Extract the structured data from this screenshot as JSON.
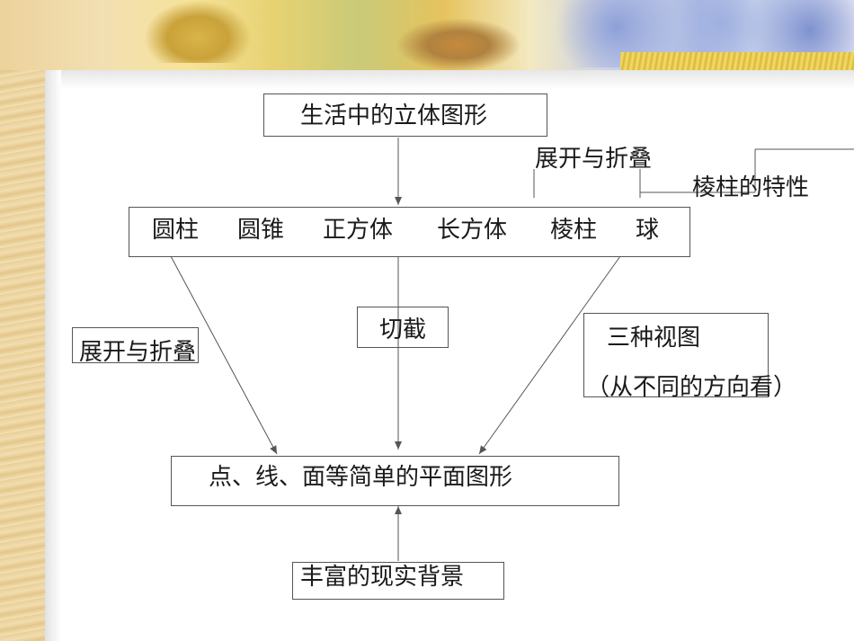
{
  "diagram": {
    "top_node": "生活中的立体图形",
    "shapes": [
      "圆柱",
      "圆锥",
      "正方体",
      "长方体",
      "棱柱",
      "球"
    ],
    "side_label_top": "展开与折叠",
    "prism_property": "棱柱的特性",
    "left_edge_label": "展开与折叠",
    "middle_edge_label": "切截",
    "right_edge_label_line1": "三种视图",
    "right_edge_label_line2": "（从不同的方向看）",
    "bottom_node": "点、线、面等简单的平面图形",
    "source_node": "丰富的现实背景"
  },
  "colors": {
    "line": "#555555",
    "text": "#1a1a1a"
  }
}
